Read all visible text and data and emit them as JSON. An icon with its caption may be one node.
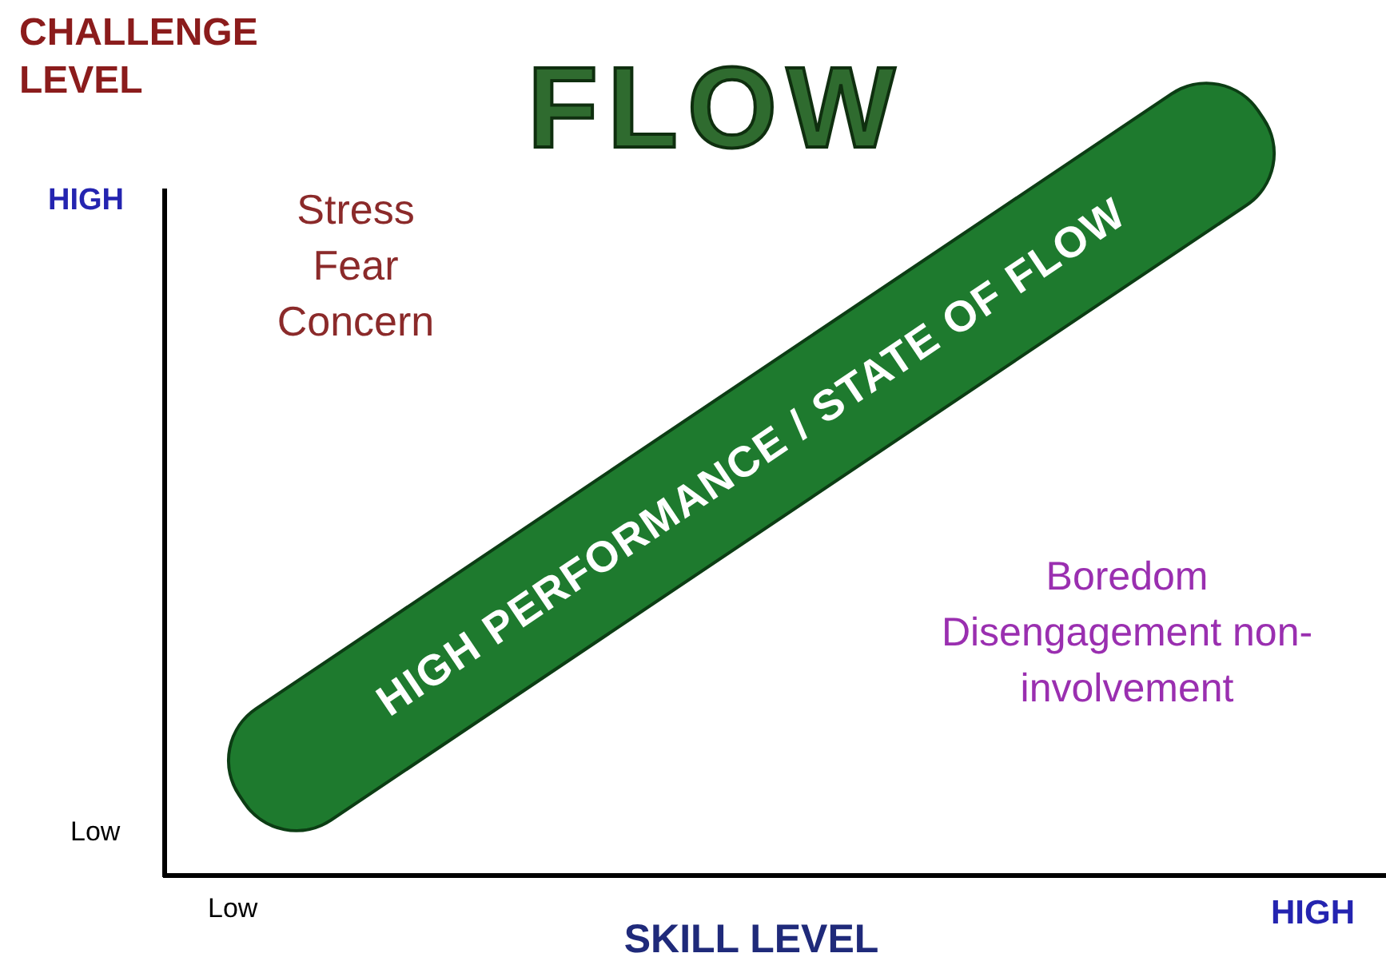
{
  "diagram": {
    "title": "FLOW",
    "nodes": [
      {
        "text": [
          "HIGH PERFORMANCE / STATE OF FLOW"
        ]
      }
    ],
    "labels": [
      "CHALLENGE LEVEL",
      "HIGH",
      "Low",
      "Stress Fear Concern",
      "Boredom Disengagement non-involvement",
      "Low",
      "SKILL LEVEL",
      "HIGH"
    ]
  }
}
